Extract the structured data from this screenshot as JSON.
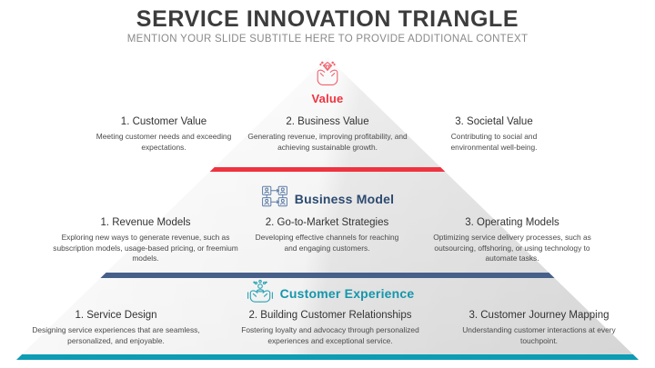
{
  "header": {
    "title": "SERVICE INNOVATION TRIANGLE",
    "subtitle": "MENTION YOUR SLIDE SUBTITLE HERE TO PROVIDE ADDITIONAL CONTEXT"
  },
  "colors": {
    "value_red": "#ef3340",
    "business_navy": "#466089",
    "business_label": "#2c4a70",
    "experience_teal": "#0c9cb4",
    "experience_label": "#1596ab",
    "title_gray": "#3c3c3c",
    "subtitle_gray": "#8a8a8a",
    "triangle_fill": "#f2f2f2"
  },
  "tiers": [
    {
      "id": "value",
      "label": "Value",
      "icon": "diamond-in-hands-icon",
      "divider_color": "#ef3340",
      "columns": [
        {
          "title": "1. Customer Value",
          "desc": "Meeting customer needs and exceeding expectations."
        },
        {
          "title": "2. Business Value",
          "desc": "Generating revenue, improving profitability, and achieving sustainable growth."
        },
        {
          "title": "3. Societal Value",
          "desc": "Contributing to social and environmental well-being."
        }
      ]
    },
    {
      "id": "business-model",
      "label": "Business Model",
      "icon": "network-nodes-icon",
      "divider_color": "#466089",
      "columns": [
        {
          "title": "1. Revenue Models",
          "desc": "Exploring new ways to generate revenue, such as subscription models, usage-based pricing, or freemium models."
        },
        {
          "title": "2. Go-to-Market Strategies",
          "desc": "Developing effective channels for reaching and engaging customers."
        },
        {
          "title": "3. Operating Models",
          "desc": "Optimizing service delivery processes, such as outsourcing, offshoring, or using technology to automate tasks."
        }
      ]
    },
    {
      "id": "customer-experience",
      "label": "Customer Experience",
      "icon": "person-in-hands-icon",
      "divider_color": "#0c9cb4",
      "columns": [
        {
          "title": "1. Service Design",
          "desc": "Designing service experiences that are seamless, personalized, and enjoyable."
        },
        {
          "title": "2. Building Customer Relationships",
          "desc": "Fostering loyalty and advocacy through personalized experiences and exceptional service."
        },
        {
          "title": "3. Customer Journey Mapping",
          "desc": "Understanding customer interactions at every touchpoint."
        }
      ]
    }
  ]
}
